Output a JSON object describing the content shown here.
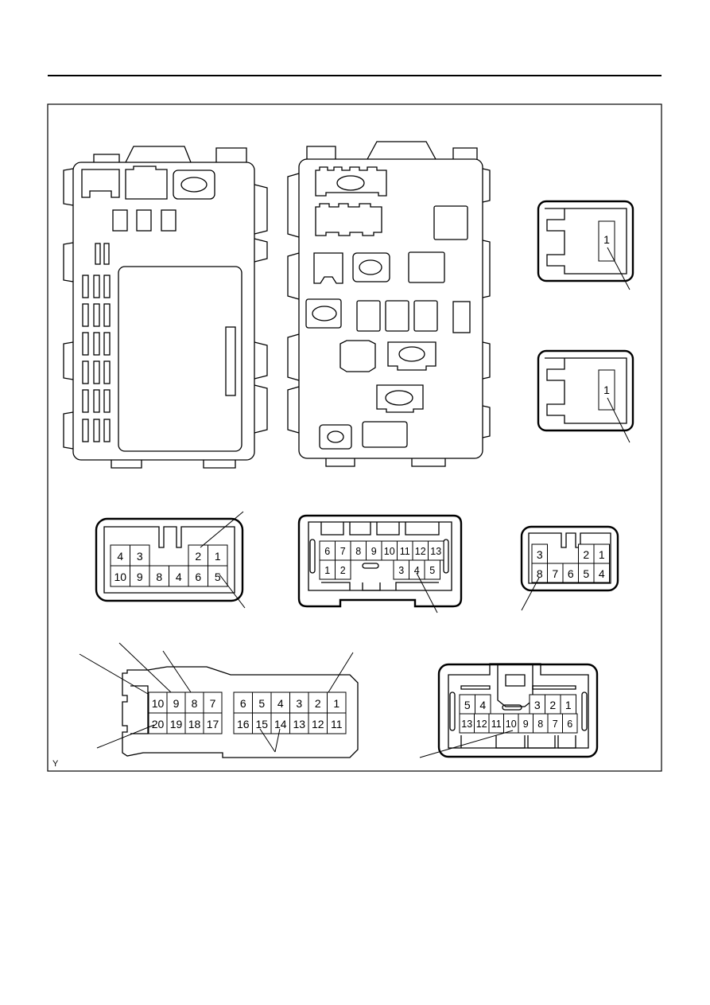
{
  "figure_code": "Y",
  "connectors": {
    "single_a": {
      "pins": [
        "1"
      ]
    },
    "single_b": {
      "pins": [
        "1"
      ]
    },
    "conn_10": {
      "row1": [
        "4",
        "3",
        "",
        "",
        "2",
        "1"
      ],
      "row2": [
        "10",
        "9",
        "8",
        "4",
        "6",
        "5"
      ]
    },
    "conn_13": {
      "row1": [
        "6",
        "7",
        "8",
        "9",
        "10",
        "11",
        "12",
        "13"
      ],
      "row2": [
        "1",
        "2",
        "",
        "",
        "3",
        "4",
        "5"
      ]
    },
    "conn_8": {
      "row1": [
        "3",
        "",
        "",
        "2",
        "1"
      ],
      "row2": [
        "8",
        "7",
        "6",
        "5",
        "4"
      ]
    },
    "conn_20_left": {
      "row1": [
        "10",
        "9",
        "8",
        "7"
      ],
      "row2": [
        "20",
        "19",
        "18",
        "17"
      ]
    },
    "conn_20_right": {
      "row1": [
        "6",
        "5",
        "4",
        "3",
        "2",
        "1"
      ],
      "row2": [
        "16",
        "15",
        "14",
        "13",
        "12",
        "11"
      ]
    },
    "conn_13b_left": {
      "row1": [
        "5",
        "4"
      ],
      "row2": [
        "13",
        "12",
        "11",
        "10",
        "9",
        "8",
        "7",
        "6"
      ]
    },
    "conn_13b_right": {
      "row1": [
        "3",
        "2",
        "1"
      ]
    }
  }
}
